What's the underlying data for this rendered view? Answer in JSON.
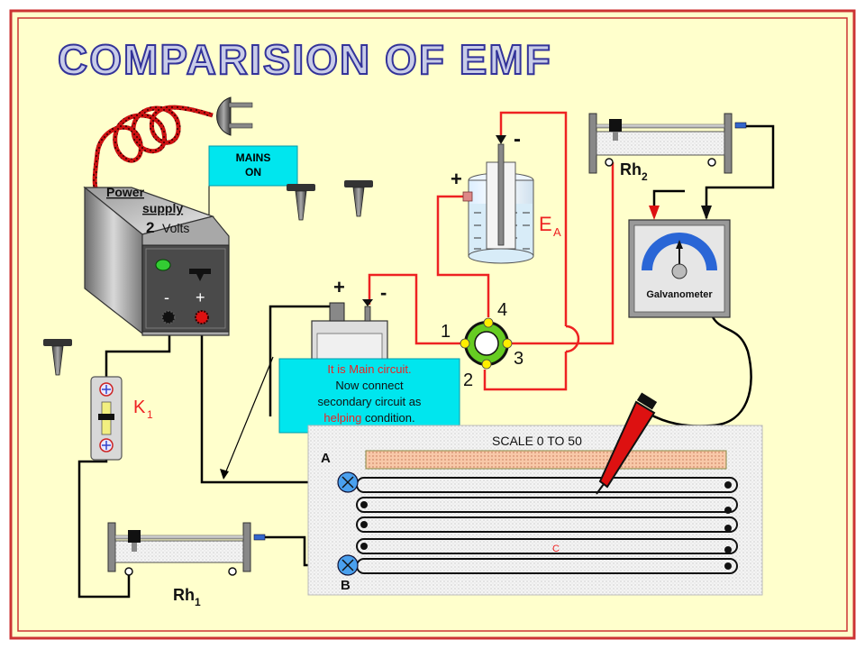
{
  "title": "COMPARISION OF EMF",
  "power_supply": {
    "line1": "Power",
    "line2": "supply",
    "voltage": "2",
    "unit": "Volts",
    "minus": "-",
    "plus": "+"
  },
  "mains_label": {
    "line1": "MAINS",
    "line2": "ON"
  },
  "key_label": {
    "main": "K",
    "sub": "1"
  },
  "cell": {
    "label_main": "E",
    "label_sub": "A",
    "plus": "+",
    "minus": "-"
  },
  "cell2": {
    "plus": "+",
    "minus": "-"
  },
  "rheostat1": {
    "main": "Rh",
    "sub": "1"
  },
  "rheostat2": {
    "main": "Rh",
    "sub": "2"
  },
  "galvanometer": {
    "label": "Galvanometer"
  },
  "two_way_key": {
    "t1": "1",
    "t2": "2",
    "t3": "3",
    "t4": "4"
  },
  "info_box": {
    "line1": "It is Main circuit.",
    "line2": "Now connect",
    "line3": "secondary circuit as",
    "line4_word": "helping",
    "line4_rest": " condition."
  },
  "potentiometer": {
    "scale": "SCALE  0 TO 50",
    "a": "A",
    "b": "B",
    "c": "C"
  },
  "colors": {
    "background": "#ffffcc",
    "border": "#cc3333",
    "wire": "#ee2222",
    "title_fill": "#c8cce8",
    "info_box": "#00e6ee"
  }
}
